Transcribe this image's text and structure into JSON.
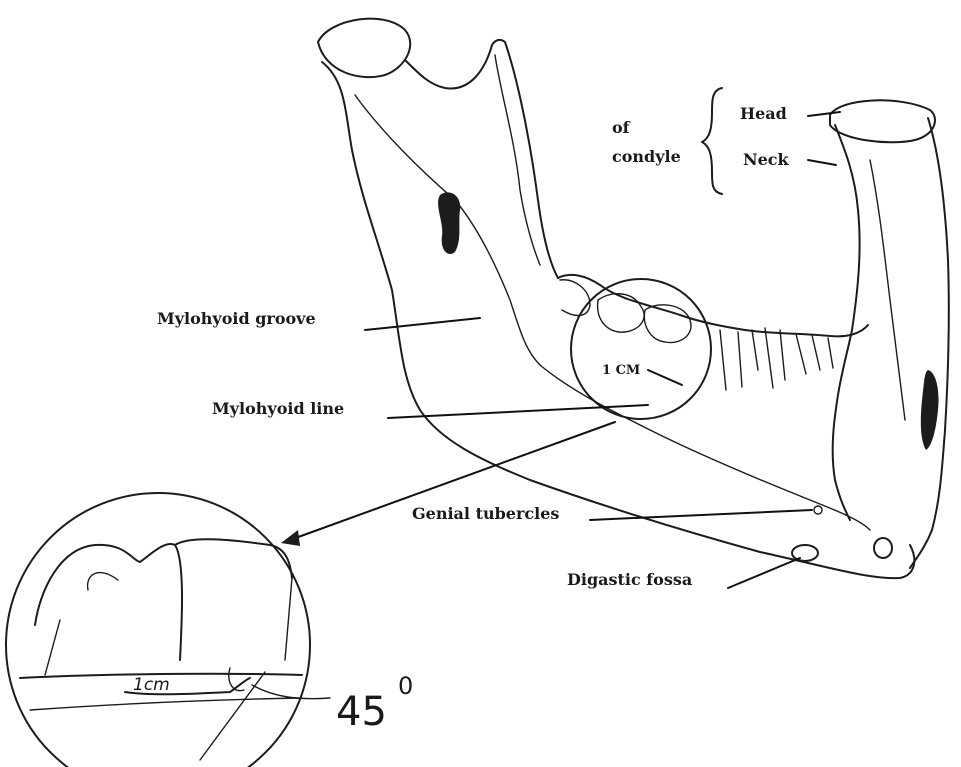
{
  "figure": {
    "labels": {
      "of_condyle_line1": "of",
      "of_condyle_line2": "condyle",
      "head": "Head",
      "neck": "Neck",
      "mylohyoid_groove": "Mylohyoid groove",
      "mylohyoid_line": "Mylohyoid line",
      "genial_tubercles": "Genial tubercles",
      "digastic_fossa": "Digastic fossa",
      "one_cm": "1 CM",
      "inset_1cm": "1cm",
      "angle_value": "45",
      "angle_unit": "0"
    },
    "colors": {
      "ink": "#1c1c1c",
      "background": "#ffffff"
    }
  }
}
